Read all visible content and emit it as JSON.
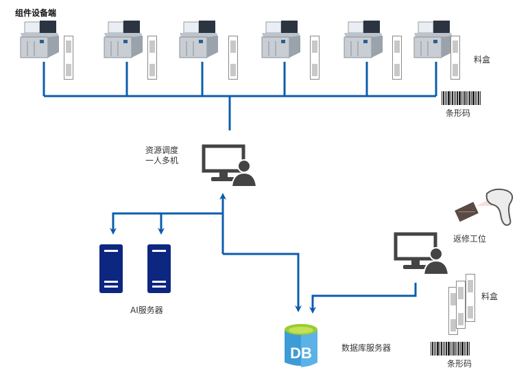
{
  "diagram": {
    "device_group": {
      "title": "组件设备端",
      "machine_count": 6
    },
    "top_material_box": {
      "label": "料盒"
    },
    "top_barcode": {
      "label": "条形码"
    },
    "scheduler": {
      "label_line1": "资源调度",
      "label_line2": "一人多机"
    },
    "ai_servers": {
      "label": "AI服务器",
      "count": 2
    },
    "database": {
      "label": "数据库服务器",
      "icon_text": "DB"
    },
    "repair_station": {
      "label": "返修工位"
    },
    "repair_material_box": {
      "label": "料盒"
    },
    "repair_barcode": {
      "label": "条形码"
    },
    "colors": {
      "line": "#0b5cad",
      "server": "#0d2680",
      "db_body": "#3d9bd6",
      "db_top": "#9ccc2d",
      "monitor": "#444444"
    }
  }
}
